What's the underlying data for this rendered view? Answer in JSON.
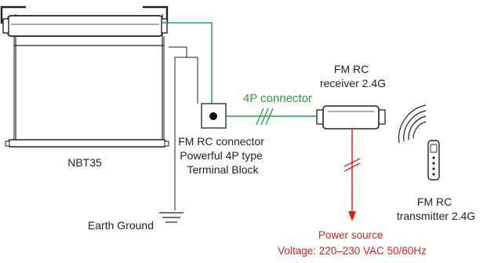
{
  "colors": {
    "signal": "#2aa147",
    "power": "#e4201c",
    "line": "#222222",
    "fill": "#ffffff"
  },
  "labels": {
    "screen_model": "NBT35",
    "connector_line": "4P connector",
    "receiver": [
      "FM RC",
      "receiver 2.4G"
    ],
    "terminal": [
      "FM RC connector",
      "Powerful 4P type",
      "Terminal Block"
    ],
    "transmitter": [
      "FM RC",
      "transmitter 2.4G"
    ],
    "earth": "Earth Ground",
    "power_source": [
      "Power source",
      "Voltage: 220–230 VAC 50/60Hz"
    ]
  }
}
